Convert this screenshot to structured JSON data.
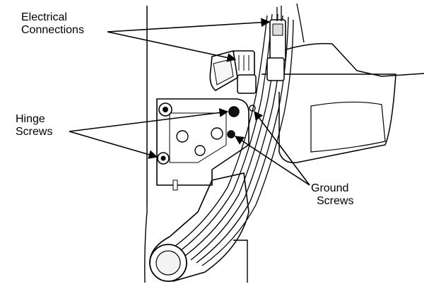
{
  "labels": {
    "electrical": [
      "Electrical",
      "Connections"
    ],
    "hinge": [
      "Hinge",
      "Screws"
    ],
    "ground": [
      "Ground",
      "Screws"
    ]
  },
  "colors": {
    "line": "#000000",
    "background": "#ffffff",
    "shade": "#dddddd"
  }
}
